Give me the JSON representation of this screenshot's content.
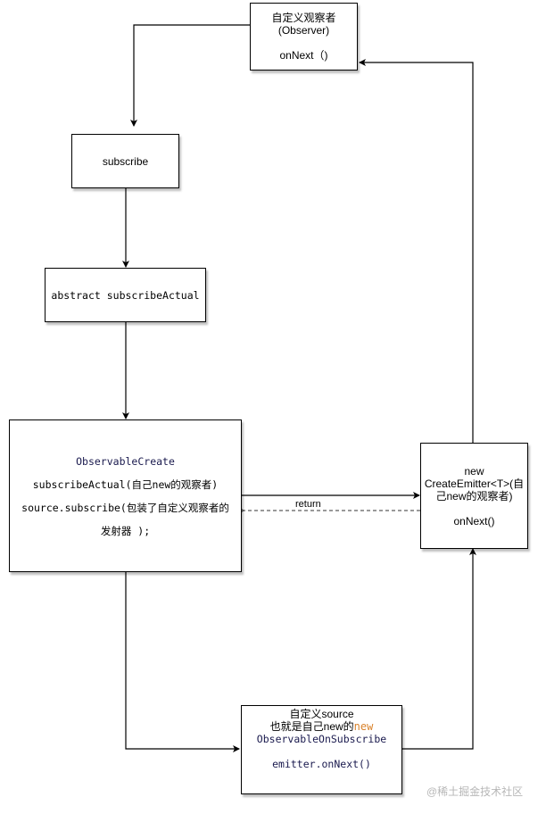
{
  "nodes": {
    "observer": {
      "line1": "自定义观察者",
      "line2": "(Observer)",
      "line3": "onNext（)"
    },
    "subscribe": {
      "label": "subscribe"
    },
    "abstract": {
      "label": "abstract subscribeActual"
    },
    "observable_create": {
      "title": "ObservableCreate",
      "line1": "subscribeActual(自己new的观察者)",
      "line2": "source.subscribe(包装了自定义观察者的",
      "line3": "发射器 );"
    },
    "emitter": {
      "line1": "new",
      "line2": "CreateEmitter<T>(自",
      "line3": "己new的观察者)",
      "line4": "onNext()"
    },
    "source": {
      "line1": "自定义source",
      "line2_prefix": "也就是自己new的",
      "line2_highlight": "new",
      "line3": "ObservableOnSubscribe",
      "line4": "emitter.onNext()"
    }
  },
  "edges": {
    "return_label": "return"
  },
  "colors": {
    "navy": "#1a1a4e",
    "orange": "#d9822b"
  },
  "watermark": "@稀土掘金技术社区"
}
